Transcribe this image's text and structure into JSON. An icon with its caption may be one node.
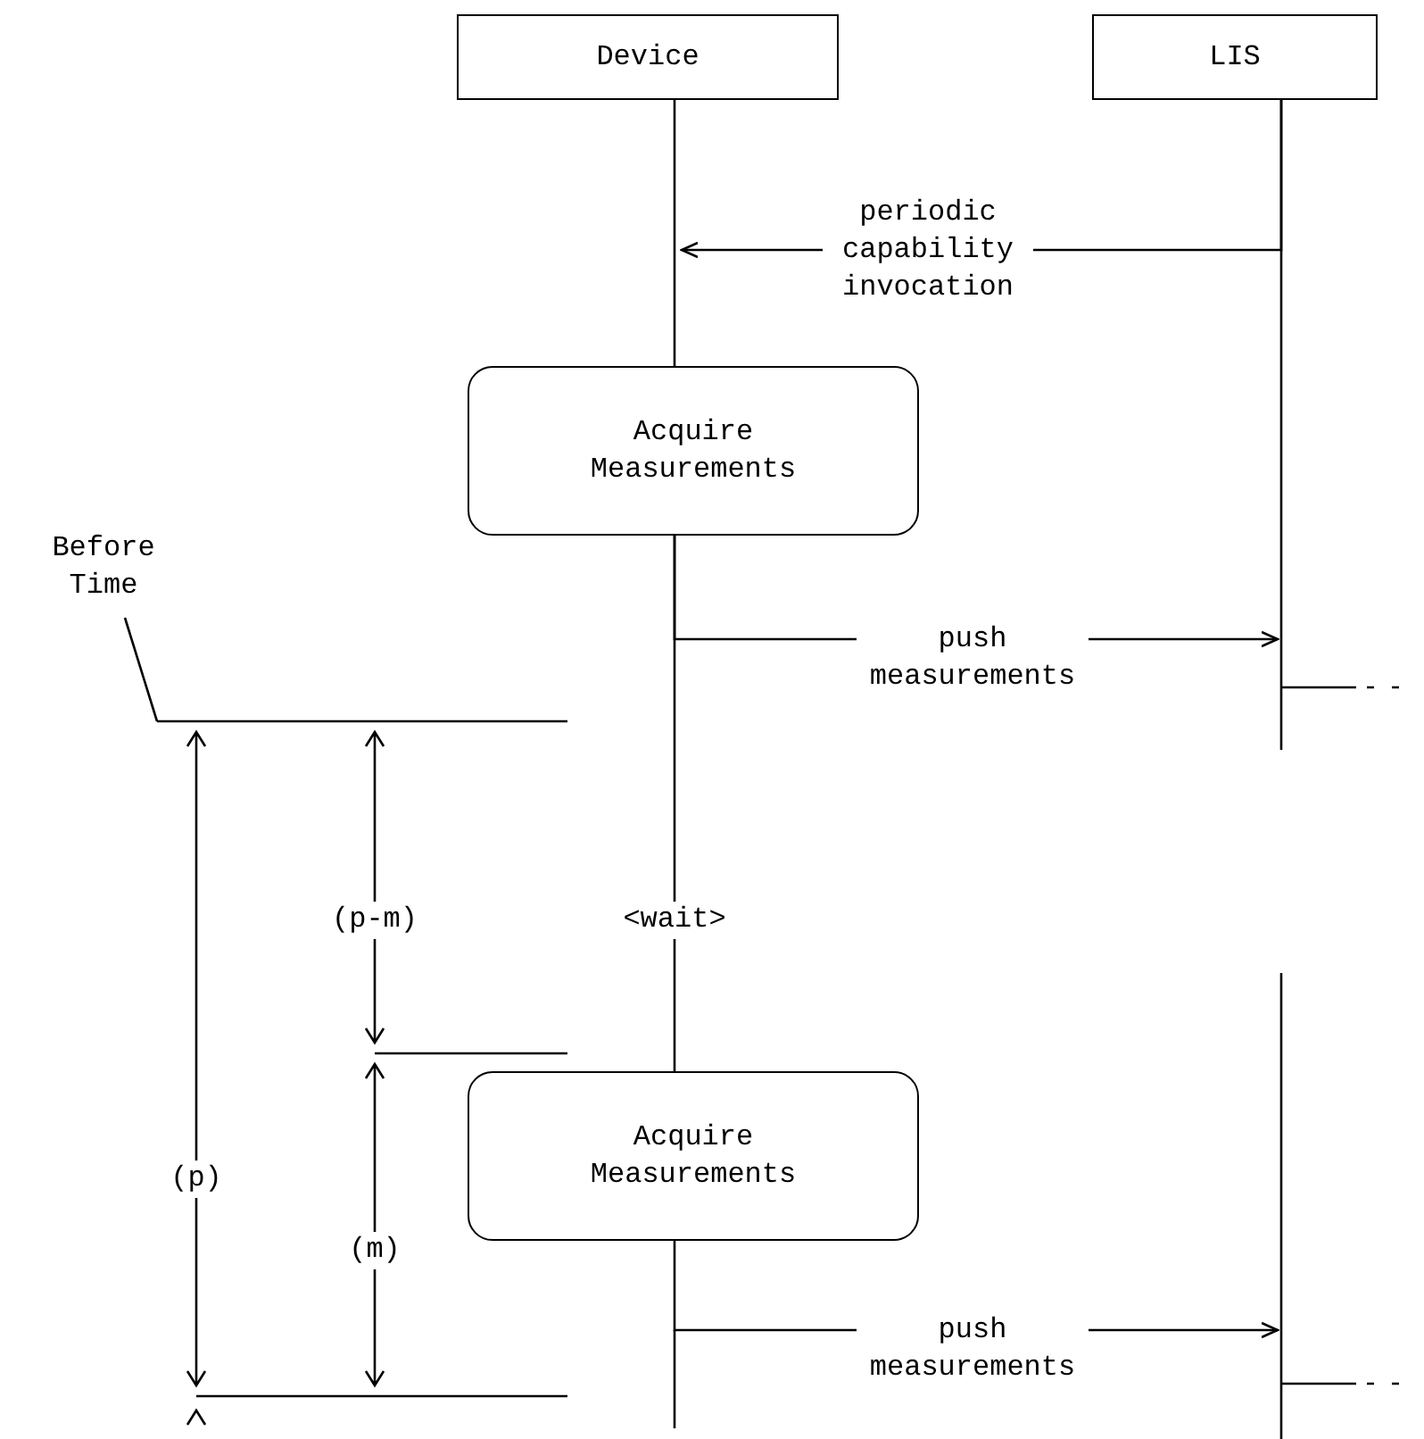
{
  "diagram": {
    "nodes": [
      {
        "text": [
          "Device"
        ]
      },
      {
        "text": [
          "LIS"
        ]
      },
      {
        "text": [
          "Acquire Measurements"
        ]
      },
      {
        "text": [
          "Acquire Measurements"
        ]
      },
      {
        "text": [
          "Before Time"
        ]
      }
    ],
    "edges": [
      {
        "from": 1,
        "to": null,
        "arrow": "to",
        "label": "periodic capability invocation"
      },
      {
        "from": 0,
        "to": 2,
        "arrow": "none"
      },
      {
        "from": 2,
        "to": null,
        "arrow": "to",
        "label": "push measurements"
      },
      {
        "from": 2,
        "to": 3,
        "arrow": "none",
        "label": "<wait>"
      },
      {
        "from": 3,
        "to": null,
        "arrow": "to",
        "label": "push measurements"
      },
      {
        "from": 4,
        "to": null,
        "arrow": "none"
      }
    ],
    "labels": [
      "(p-m)",
      "(p)",
      "(m)"
    ]
  }
}
